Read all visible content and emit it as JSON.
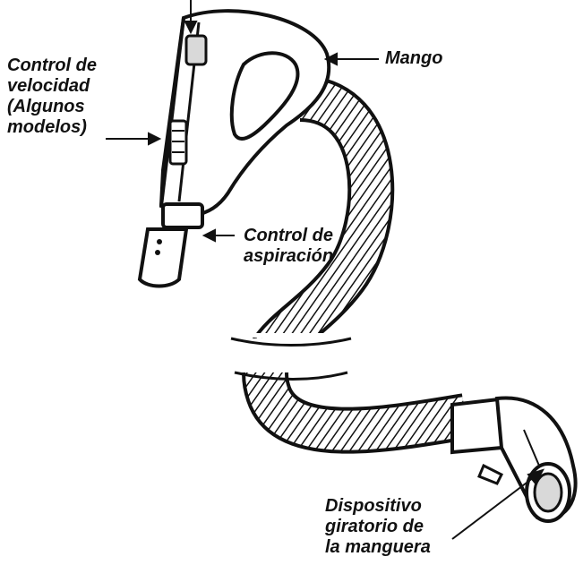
{
  "labels": {
    "speed_control": [
      "Control de",
      "velocidad",
      "(Algunos",
      "modelos)"
    ],
    "handle": [
      "Mango"
    ],
    "suction_control": [
      "Control de",
      "aspiración"
    ],
    "hose_swivel": [
      "Dispositivo",
      "giratorio de",
      "la manguera"
    ]
  },
  "colors": {
    "ink": "#111111",
    "paper": "#ffffff",
    "shade": "#d9d9d9"
  }
}
